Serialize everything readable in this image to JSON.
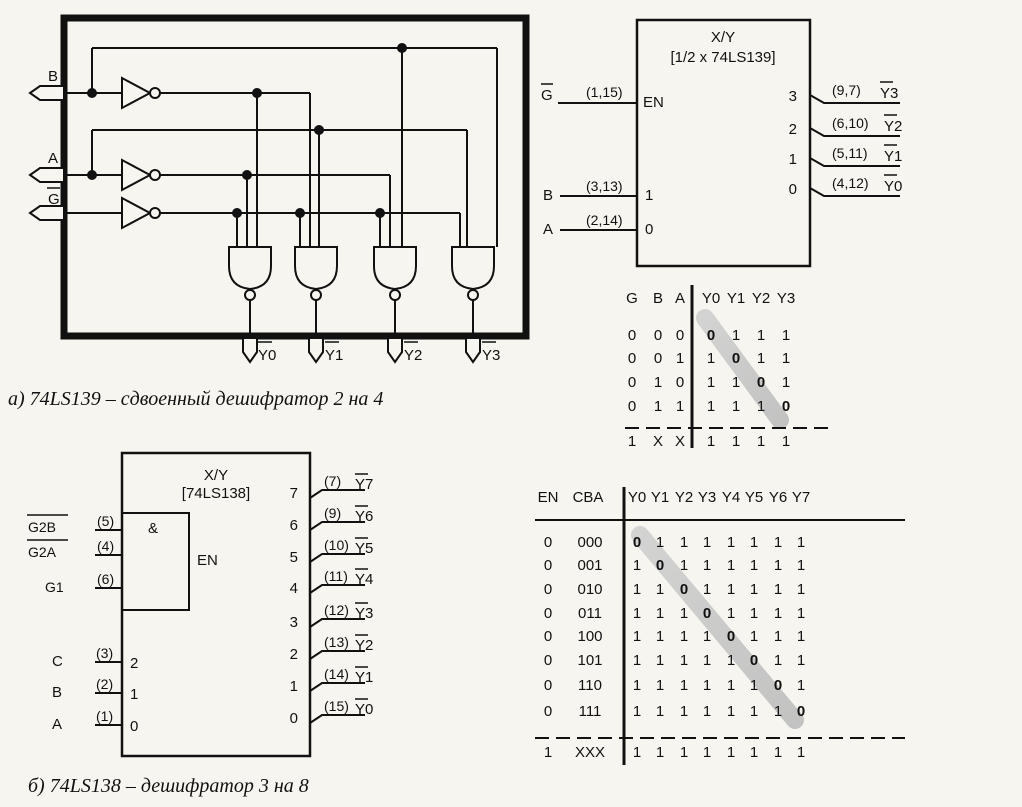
{
  "caption_a": "а) 74LS139 – сдвоенный дешифратор 2 на 4",
  "caption_b": "б) 74LS138 – дешифратор 3 на 8",
  "fig_a": {
    "inputs": [
      "B",
      "A",
      "G"
    ],
    "outputs": [
      "Y0",
      "Y1",
      "Y2",
      "Y3"
    ]
  },
  "sym139": {
    "title1": "X/Y",
    "title2": "[1/2 x 74LS139]",
    "en_signal": "G",
    "en_pins": "(1,15)",
    "en_label": "EN",
    "b_signal": "B",
    "b_pins": "(3,13)",
    "b_label": "1",
    "a_signal": "A",
    "a_pins": "(2,14)",
    "a_label": "0",
    "outputs": [
      {
        "num": "3",
        "pins": "(9,7)",
        "name": "Y3"
      },
      {
        "num": "2",
        "pins": "(6,10)",
        "name": "Y2"
      },
      {
        "num": "1",
        "pins": "(5,11)",
        "name": "Y1"
      },
      {
        "num": "0",
        "pins": "(4,12)",
        "name": "Y0"
      }
    ]
  },
  "table139": {
    "header": [
      "G",
      "B",
      "A",
      "Y0",
      "Y1",
      "Y2",
      "Y3"
    ],
    "rows": [
      [
        "0",
        "0",
        "0",
        "0",
        "1",
        "1",
        "1"
      ],
      [
        "0",
        "0",
        "1",
        "1",
        "0",
        "1",
        "1"
      ],
      [
        "0",
        "1",
        "0",
        "1",
        "1",
        "0",
        "1"
      ],
      [
        "0",
        "1",
        "1",
        "1",
        "1",
        "1",
        "0"
      ],
      [
        "1",
        "X",
        "X",
        "1",
        "1",
        "1",
        "1"
      ]
    ]
  },
  "sym138": {
    "title1": "X/Y",
    "title2": "[74LS138]",
    "and_label": "&",
    "en_label": "EN",
    "en_inputs": [
      {
        "name": "G2B",
        "pin": "(5)"
      },
      {
        "name": "G2A",
        "pin": "(4)"
      },
      {
        "name": "G1",
        "pin": "(6)"
      }
    ],
    "sel_inputs": [
      {
        "name": "C",
        "pin": "(3)",
        "num": "2"
      },
      {
        "name": "B",
        "pin": "(2)",
        "num": "1"
      },
      {
        "name": "A",
        "pin": "(1)",
        "num": "0"
      }
    ],
    "outputs": [
      {
        "num": "7",
        "pin": "(7)",
        "name": "Y7"
      },
      {
        "num": "6",
        "pin": "(9)",
        "name": "Y6"
      },
      {
        "num": "5",
        "pin": "(10)",
        "name": "Y5"
      },
      {
        "num": "4",
        "pin": "(11)",
        "name": "Y4"
      },
      {
        "num": "3",
        "pin": "(12)",
        "name": "Y3"
      },
      {
        "num": "2",
        "pin": "(13)",
        "name": "Y2"
      },
      {
        "num": "1",
        "pin": "(14)",
        "name": "Y1"
      },
      {
        "num": "0",
        "pin": "(15)",
        "name": "Y0"
      }
    ]
  },
  "table138": {
    "header": [
      "EN",
      "CBA",
      "Y0",
      "Y1",
      "Y2",
      "Y3",
      "Y4",
      "Y5",
      "Y6",
      "Y7"
    ],
    "rows": [
      [
        "0",
        "000",
        "0",
        "1",
        "1",
        "1",
        "1",
        "1",
        "1",
        "1"
      ],
      [
        "0",
        "001",
        "1",
        "0",
        "1",
        "1",
        "1",
        "1",
        "1",
        "1"
      ],
      [
        "0",
        "010",
        "1",
        "1",
        "0",
        "1",
        "1",
        "1",
        "1",
        "1"
      ],
      [
        "0",
        "011",
        "1",
        "1",
        "1",
        "0",
        "1",
        "1",
        "1",
        "1"
      ],
      [
        "0",
        "100",
        "1",
        "1",
        "1",
        "1",
        "0",
        "1",
        "1",
        "1"
      ],
      [
        "0",
        "101",
        "1",
        "1",
        "1",
        "1",
        "1",
        "0",
        "1",
        "1"
      ],
      [
        "0",
        "110",
        "1",
        "1",
        "1",
        "1",
        "1",
        "1",
        "0",
        "1"
      ],
      [
        "0",
        "111",
        "1",
        "1",
        "1",
        "1",
        "1",
        "1",
        "1",
        "0"
      ],
      [
        "1",
        "XXX",
        "1",
        "1",
        "1",
        "1",
        "1",
        "1",
        "1",
        "1"
      ]
    ]
  }
}
